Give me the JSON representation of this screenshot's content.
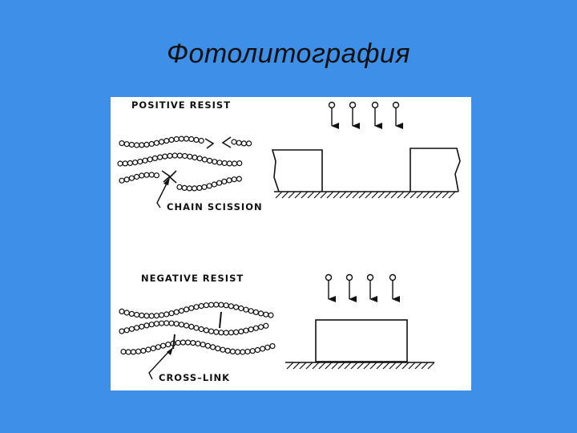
{
  "slide": {
    "title": "Фотолитография"
  },
  "positive": {
    "heading": "POSITIVE RESIST",
    "annotation": "CHAIN SCISSION"
  },
  "negative": {
    "heading": "NEGATIVE RESIST",
    "annotation": "CROSS–LINK"
  },
  "colors": {
    "background": "#3d8fe8",
    "panel": "#ffffff",
    "ink": "#111111"
  }
}
